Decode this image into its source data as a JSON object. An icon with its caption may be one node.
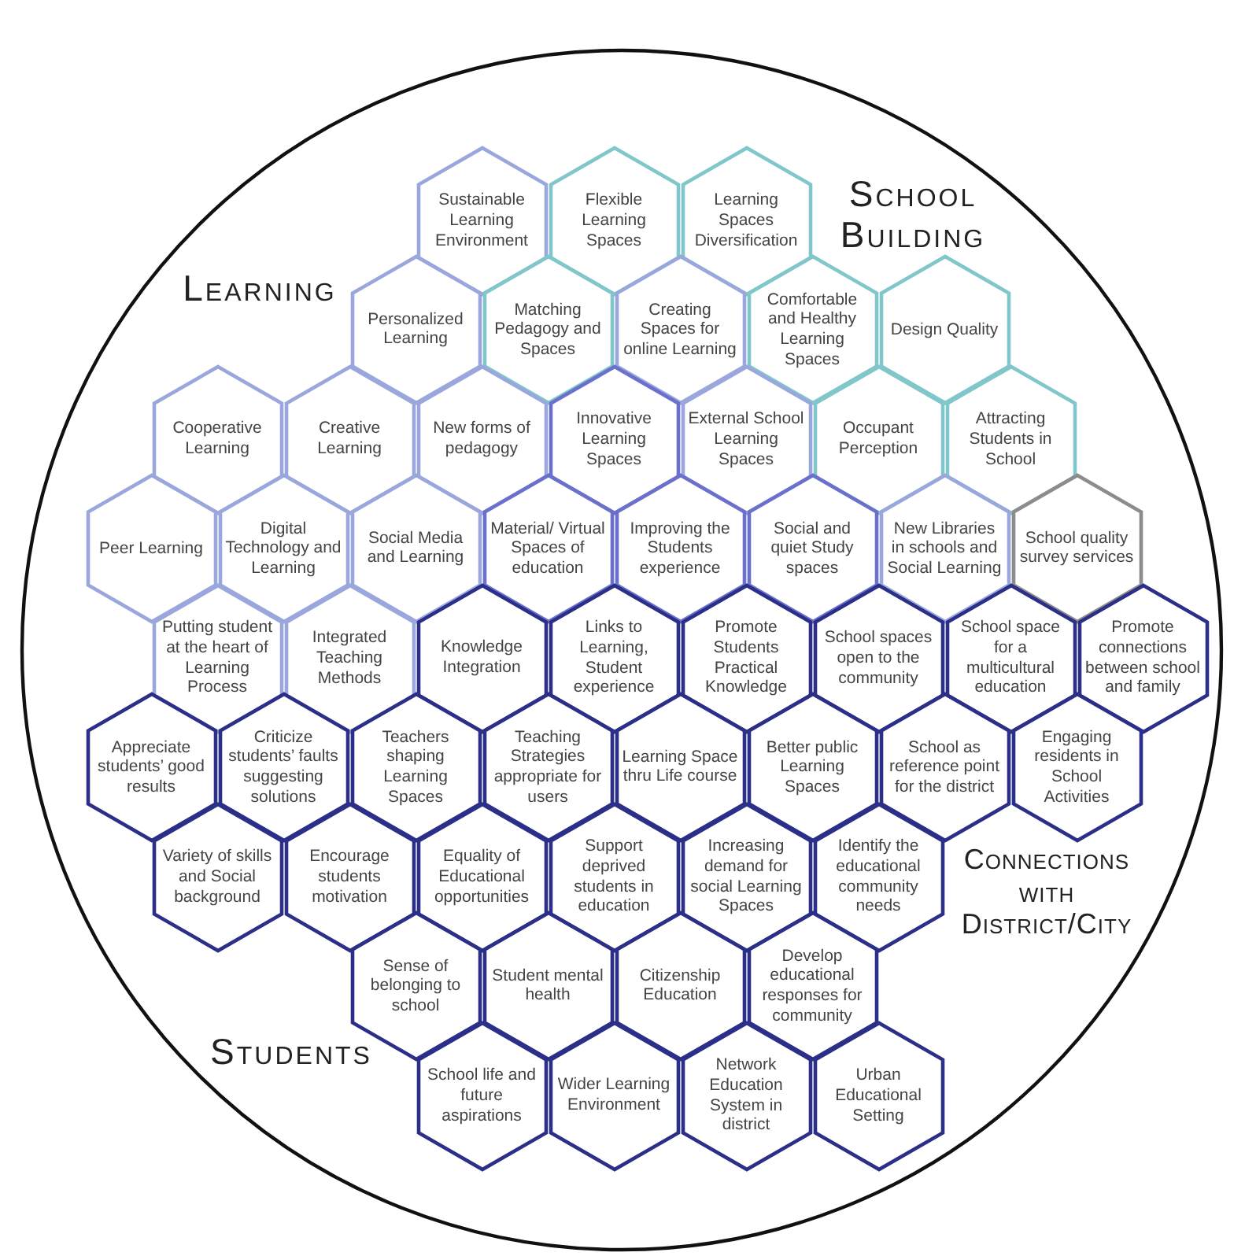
{
  "diagram": {
    "nodes": [
      {
        "text": [
          "Sustainable Learning Environment"
        ]
      },
      {
        "text": [
          "Flexible Learning Spaces"
        ]
      },
      {
        "text": [
          "Learning Spaces Diversification"
        ]
      },
      {
        "text": [
          "Personalized Learning"
        ]
      },
      {
        "text": [
          "Matching Pedagogy and Spaces"
        ]
      },
      {
        "text": [
          "Creating Spaces for online Learning"
        ]
      },
      {
        "text": [
          "Comfortable and Healthy Learning Spaces"
        ]
      },
      {
        "text": [
          "Design Quality"
        ]
      },
      {
        "text": [
          "Cooperative Learning"
        ]
      },
      {
        "text": [
          "Creative Learning"
        ]
      },
      {
        "text": [
          "New forms of pedagogy"
        ]
      },
      {
        "text": [
          "Innovative Learning Spaces"
        ]
      },
      {
        "text": [
          "External School Learning Spaces"
        ]
      },
      {
        "text": [
          "Occupant Perception"
        ]
      },
      {
        "text": [
          "Attracting Students in School"
        ]
      },
      {
        "text": [
          "Peer Learning"
        ]
      },
      {
        "text": [
          "Digital Technology and Learning"
        ]
      },
      {
        "text": [
          "Social Media and Learning"
        ]
      },
      {
        "text": [
          "Material/ Virtual Spaces of education"
        ]
      },
      {
        "text": [
          "Improving the Students experience"
        ]
      },
      {
        "text": [
          "Social and quiet Study spaces"
        ]
      },
      {
        "text": [
          "New Libraries in schools and Social Learning"
        ]
      },
      {
        "text": [
          "School quality survey services"
        ]
      },
      {
        "text": [
          "Putting student at the heart of Learning Process"
        ]
      },
      {
        "text": [
          "Integrated Teaching Methods"
        ]
      },
      {
        "text": [
          "Knowledge Integration"
        ]
      },
      {
        "text": [
          "Links to Learning, Student experience"
        ]
      },
      {
        "text": [
          "Promote Students Practical Knowledge"
        ]
      },
      {
        "text": [
          "School spaces open to the community"
        ]
      },
      {
        "text": [
          "School space for a multicultural education"
        ]
      },
      {
        "text": [
          "Promote connections between school and family"
        ]
      },
      {
        "text": [
          "Appreciate students’ good results"
        ]
      },
      {
        "text": [
          "Criticize students’ faults suggesting solutions"
        ]
      },
      {
        "text": [
          "Teachers shaping Learning Spaces"
        ]
      },
      {
        "text": [
          "Teaching Strategies appropriate for users"
        ]
      },
      {
        "text": [
          "Learning Space thru Life course"
        ]
      },
      {
        "text": [
          "Better public Learning Spaces"
        ]
      },
      {
        "text": [
          "School as reference point for the district"
        ]
      },
      {
        "text": [
          "Engaging residents in School Activities"
        ]
      },
      {
        "text": [
          "Variety of skills and Social background"
        ]
      },
      {
        "text": [
          "Encourage students motivation"
        ]
      },
      {
        "text": [
          "Equality of Educational opportunities"
        ]
      },
      {
        "text": [
          "Support deprived students in education"
        ]
      },
      {
        "text": [
          "Increasing demand for social Learning Spaces"
        ]
      },
      {
        "text": [
          "Identify the educational community needs"
        ]
      },
      {
        "text": [
          "Sense of belonging to school"
        ]
      },
      {
        "text": [
          "Student mental health"
        ]
      },
      {
        "text": [
          "Citizenship Education"
        ]
      },
      {
        "text": [
          "Develop educational responses for community"
        ]
      },
      {
        "text": [
          "School life and future aspirations"
        ]
      },
      {
        "text": [
          "Wider Learning Environment"
        ]
      },
      {
        "text": [
          "Network Education System in district"
        ]
      },
      {
        "text": [
          "Urban Educational Setting"
        ]
      }
    ],
    "labels": [
      "School Building",
      "Learning",
      "Connections with District/City",
      "Students"
    ]
  }
}
